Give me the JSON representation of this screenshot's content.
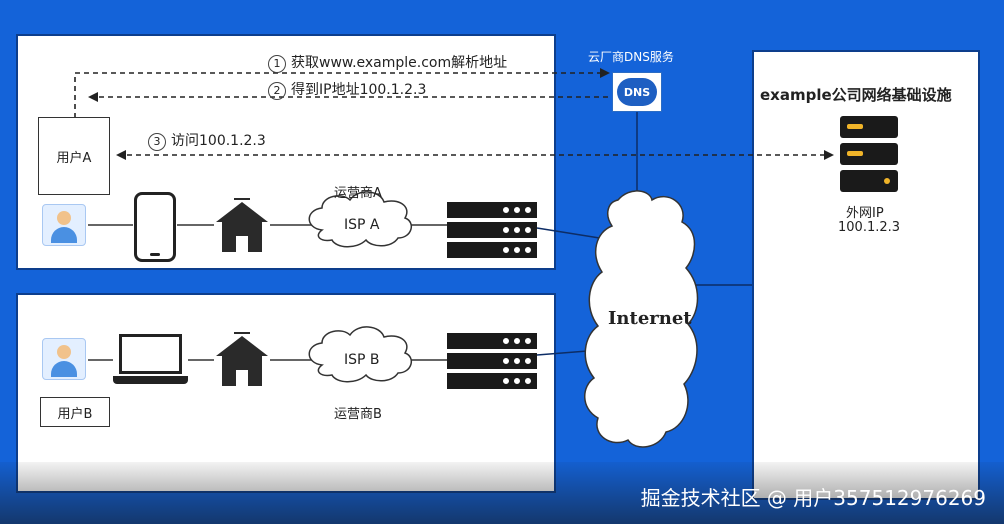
{
  "steps": [
    {
      "num": "1",
      "text": "获取www.example.com解析地址"
    },
    {
      "num": "2",
      "text": "得到IP地址100.1.2.3"
    },
    {
      "num": "3",
      "text": "访问100.1.2.3"
    }
  ],
  "dns_service": {
    "label": "云厂商DNS服务",
    "icon_text": "DNS"
  },
  "user_a": {
    "label": "用户A"
  },
  "user_b": {
    "label": "用户B"
  },
  "isp_a": {
    "cloud_label": "ISP A",
    "caption": "运营商A"
  },
  "isp_b": {
    "cloud_label": "ISP B",
    "caption": "运营商B"
  },
  "internet": {
    "label": "Internet"
  },
  "company": {
    "title": "example公司网络基础设施",
    "ip_label": "外网IP",
    "ip_value": "100.1.2.3"
  },
  "watermark": "掘金技术社区 @ 用户357512976269",
  "colors": {
    "background": "#1463d9",
    "panel": "#ffffff",
    "server": "#1a1a1a",
    "server_led": "#f0b429",
    "user_icon": "#4a90e2"
  }
}
